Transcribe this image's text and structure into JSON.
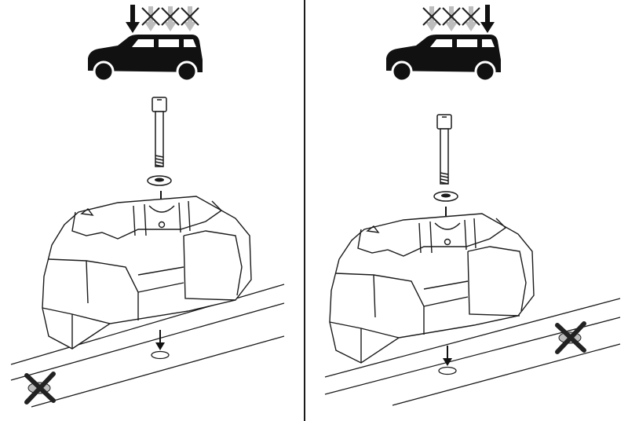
{
  "figure": {
    "layout": "two-panel",
    "line_color": "#1a1a1a",
    "fill_dark": "#111111",
    "fill_light": "#ffffff",
    "shade_color": "#bdbdbd",
    "cross_color": "#222222"
  },
  "panels": [
    {
      "id": "left",
      "active_arrow_position": "front",
      "crossed_arrow_count": 3,
      "cross_mark_on_rail": "bottom-left",
      "icons": [
        "car-icon",
        "bolt-icon",
        "washer-icon",
        "foot-pad-icon",
        "roof-rail-icon",
        "cross-mark-icon"
      ]
    },
    {
      "id": "right",
      "active_arrow_position": "rear",
      "crossed_arrow_count": 3,
      "cross_mark_on_rail": "top-right",
      "icons": [
        "car-icon",
        "bolt-icon",
        "washer-icon",
        "foot-pad-icon",
        "roof-rail-icon",
        "cross-mark-icon"
      ]
    }
  ]
}
